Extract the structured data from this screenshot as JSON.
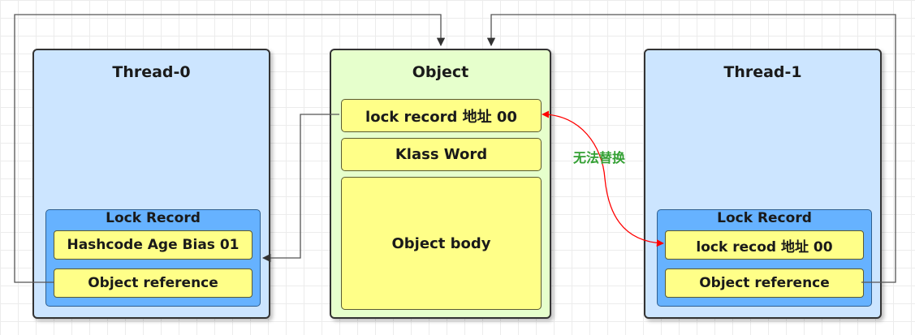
{
  "thread0": {
    "title": "Thread-0",
    "lock_record": {
      "title": "Lock Record",
      "mark": "Hashcode Age Bias 01",
      "reference": "Object reference"
    }
  },
  "object": {
    "title": "Object",
    "mark_word": "lock  record 地址 00",
    "klass_word": "Klass Word",
    "body": "Object body"
  },
  "thread1": {
    "title": "Thread-1",
    "lock_record": {
      "title": "Lock Record",
      "mark": "lock recod 地址 00",
      "reference": "Object reference"
    }
  },
  "annotation": {
    "label": "无法替换",
    "color": "#33a033"
  },
  "colors": {
    "thread_panel": "#cce5ff",
    "object_panel": "#e6ffcc",
    "lock_record": "#66b2ff",
    "cell": "#ffff88",
    "conflict_arrow": "#ff0000"
  }
}
